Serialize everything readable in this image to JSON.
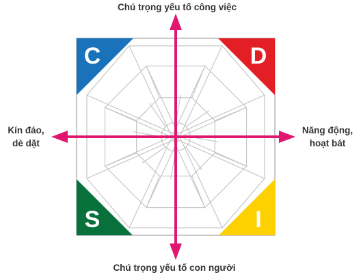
{
  "labels": {
    "top": "Chú trọng yếu tố công việc",
    "bottom": "Chú trọng yếu tố con người",
    "left_line1": "Kín đáo,",
    "left_line2": "dè dặt",
    "right_line1": "Năng động,",
    "right_line2": "hoạt bát"
  },
  "quadrants": {
    "top_left": {
      "letter": "C",
      "color": "#1a72ba"
    },
    "top_right": {
      "letter": "D",
      "color": "#e31e25"
    },
    "bottom_left": {
      "letter": "S",
      "color": "#08703a"
    },
    "bottom_right": {
      "letter": "I",
      "color": "#fdd000"
    }
  },
  "colors": {
    "arrow": "#e0176f",
    "frame": "#b5b5b5",
    "web": "#c6c6c6",
    "text": "#333333"
  }
}
